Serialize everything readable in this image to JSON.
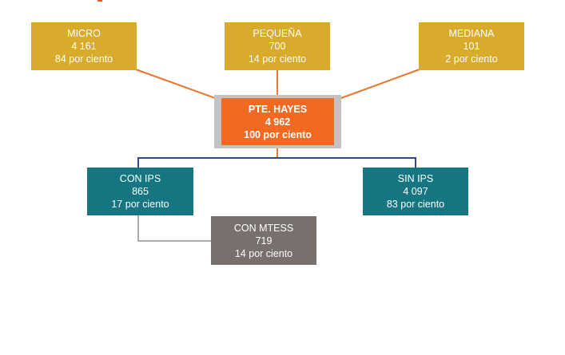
{
  "colors": {
    "size_nodes": "#d9ab2c",
    "central": "#f26a22",
    "central_frame": "#c4c2c2",
    "ips_nodes": "#157580",
    "mtess_node": "#77706d",
    "line_orange": "#e8762c",
    "line_navy": "#2f4a86",
    "line_gray": "#8f8f8f"
  },
  "nodes": {
    "micro": {
      "title": "MICRO",
      "value": "4 161",
      "share": "84 por ciento"
    },
    "pequena": {
      "title": "PEQUEÑA",
      "value": "700",
      "share": "14 por ciento"
    },
    "mediana": {
      "title": "MEDIANA",
      "value": "101",
      "share": "2 por ciento"
    },
    "central": {
      "title": "PTE. HAYES",
      "value": "4 962",
      "share": "100 por ciento"
    },
    "con_ips": {
      "title": "CON IPS",
      "value": "865",
      "share": "17 por ciento"
    },
    "sin_ips": {
      "title": "SIN IPS",
      "value": "4 097",
      "share": "83 por ciento"
    },
    "con_mtess": {
      "title": "CON MTESS",
      "value": "719",
      "share": "14 por ciento"
    }
  }
}
